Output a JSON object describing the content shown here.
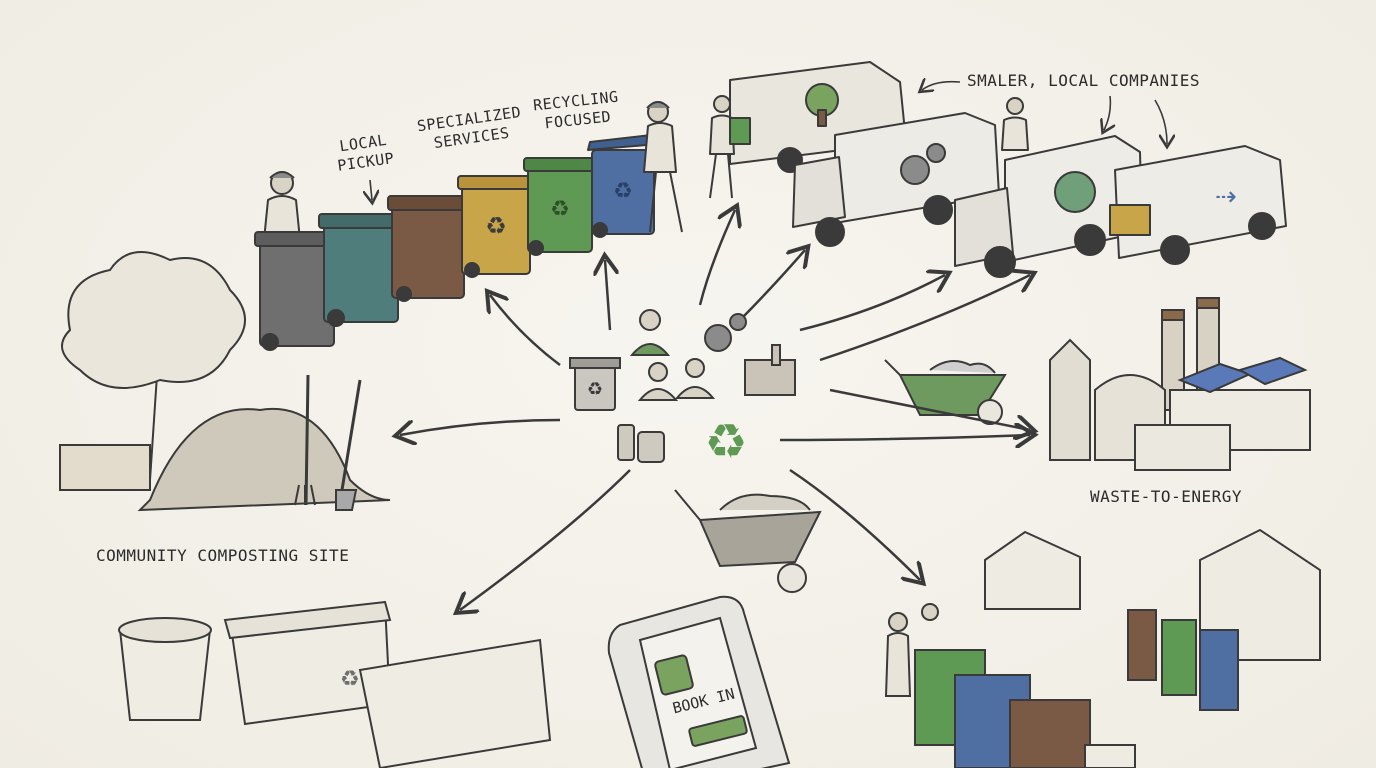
{
  "labels": {
    "local_pickup_line1": "LOCAL",
    "local_pickup_line2": "PICKUP",
    "specialized_line1": "SPECIALIZED",
    "specialized_line2": "SERVICES",
    "recycling_line1": "RECYCLING",
    "recycling_line2": "FOCUSED",
    "smaller_companies": "SMALER, LOCAL COMPANIES",
    "waste_to_energy": "WASTE-TO-ENERGY",
    "community_composting": "COMMUNITY COMPOSTING SITE",
    "book_in": "BOOK IN"
  },
  "colors": {
    "ink": "#3a3a3a",
    "paper": "#f3f0e8",
    "bin_gray": "#6f6f6f",
    "bin_teal": "#4f7d7c",
    "bin_brown": "#7a5a44",
    "bin_yellow": "#c9a54a",
    "bin_green": "#5f9a55",
    "bin_blue": "#4f6fa3",
    "solar_blue": "#5a79b8"
  },
  "icons": [
    "person-icon",
    "gears-icon",
    "people-icon",
    "factory-icon",
    "trash-bin-icon",
    "recycle-icon",
    "bottles-icon"
  ]
}
